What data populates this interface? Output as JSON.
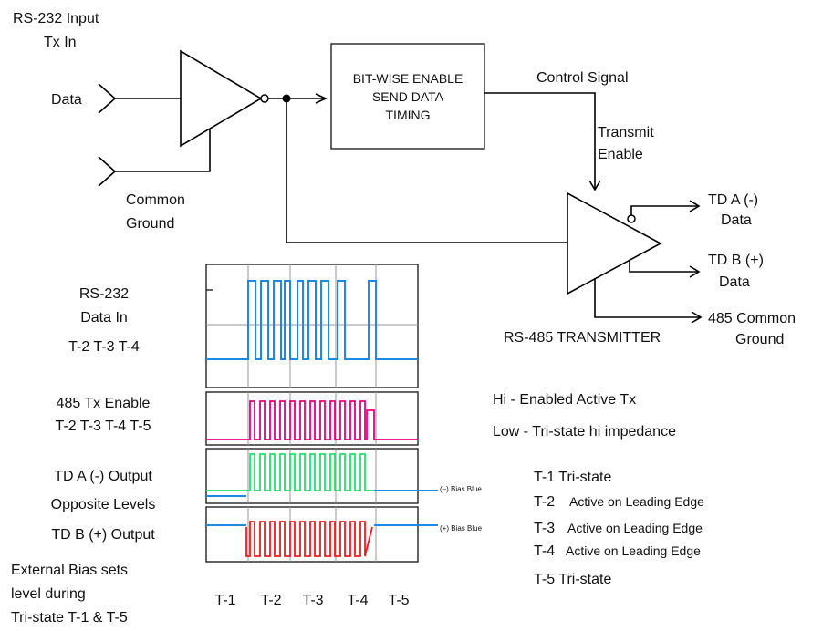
{
  "colors": {
    "rs232_trace": "#1e88e5",
    "enable_trace": "#e6007e",
    "tda_trace": "#22e06b",
    "tdb_trace": "#ee1c1c",
    "bias_line": "#1e88e5"
  },
  "top_labels": {
    "rs232_input": "RS-232 Input",
    "tx_in": "Tx In",
    "data": "Data",
    "common": "Common",
    "ground": "Ground",
    "block_line1": "BIT-WISE ENABLE",
    "block_line2": "SEND DATA",
    "block_line3": "TIMING",
    "control_signal": "Control Signal",
    "transmit": "Transmit",
    "enable": "Enable",
    "tda": "TD A (-)",
    "tda_data": "Data",
    "tdb": "TD B (+)",
    "tdb_data": "Data",
    "common485_a": "485 Common",
    "common485_b": "Ground",
    "transmitter": "RS-485 TRANSMITTER"
  },
  "left_labels": {
    "rs232": "RS-232",
    "data_in": "Data In",
    "rs232_periods": "T-2 T-3 T-4",
    "tx_enable": "485 Tx Enable",
    "enable_periods": "T-2 T-3 T-4 T-5",
    "tda_output": "TD A (-) Output",
    "opposite": "Opposite Levels",
    "tdb_output": "TD B (+) Output",
    "bias1": "External Bias sets",
    "bias2": "level during",
    "bias3": "Tri-state T-1 & T-5"
  },
  "bias_labels": {
    "minus": "(–) Bias Blue",
    "plus": "(+) Bias Blue"
  },
  "periods": [
    "T-1",
    "T-2",
    "T-3",
    "T-4",
    "T-5"
  ],
  "legend": {
    "hi": "Hi - Enabled Active Tx",
    "low": "Low - Tri-state hi impedance",
    "t1": "T-1 Tri-state",
    "t2_a": "T-2",
    "t2_b": "Active on Leading Edge",
    "t3_a": "T-3",
    "t3_b": "Active on Leading Edge",
    "t4_a": "T-4",
    "t4_b": "Active on Leading Edge",
    "t5": "T-5 Tri-state"
  }
}
